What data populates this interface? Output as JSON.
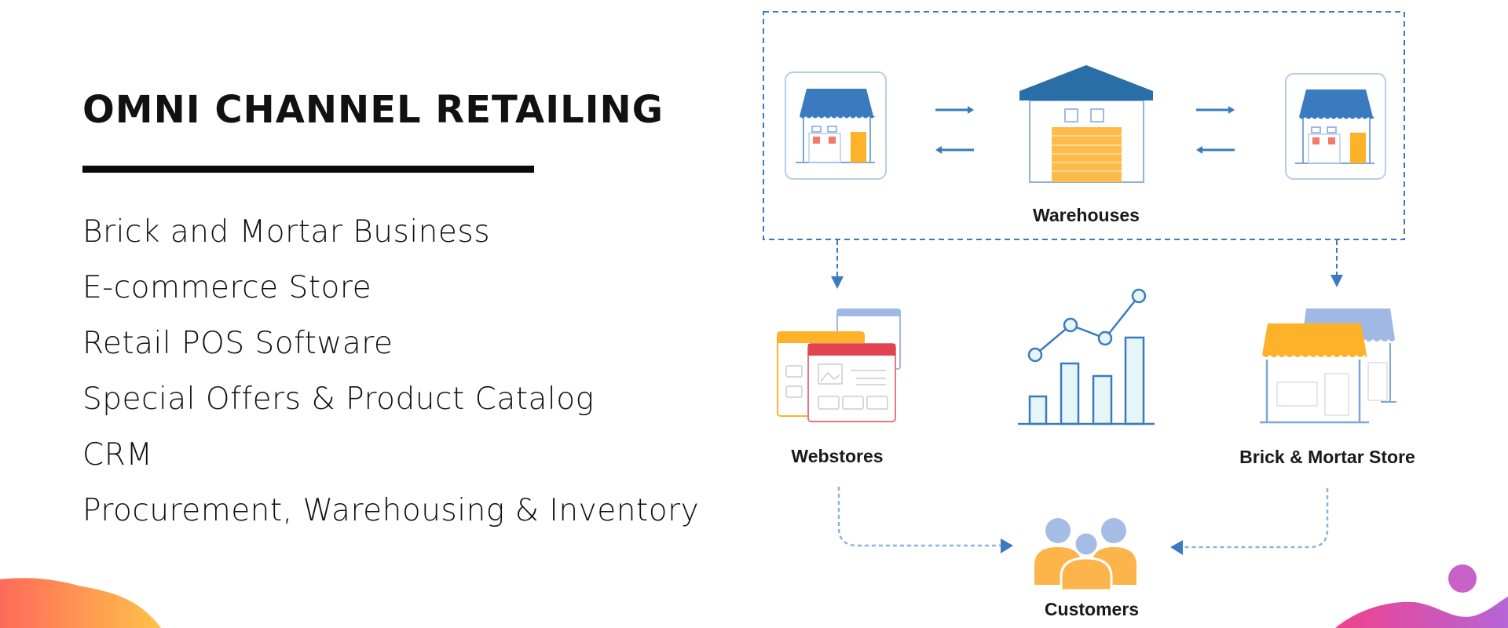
{
  "title": "OMNI CHANNEL RETAILING",
  "features": [
    "Brick and Mortar Business",
    "E-commerce Store",
    "Retail POS Software",
    "Special Offers & Product Catalog",
    "CRM",
    "Procurement, Warehousing & Inventory"
  ],
  "diagram": {
    "warehouses_label": "Warehouses",
    "webstores_label": "Webstores",
    "brick_mortar_label": "Brick & Mortar Store",
    "customers_label": "Customers"
  },
  "colors": {
    "primary_blue": "#3a7bbf",
    "dark_blue": "#2a6ea8",
    "light_blue": "#9fb9e4",
    "orange": "#fdb22a",
    "red": "#e04450",
    "teal_fill": "#e6f5f7",
    "blob_left_start": "#ff6a5a",
    "blob_left_end": "#ffc24a",
    "blob_right_start": "#f0428e",
    "blob_right_end": "#b565d6"
  }
}
